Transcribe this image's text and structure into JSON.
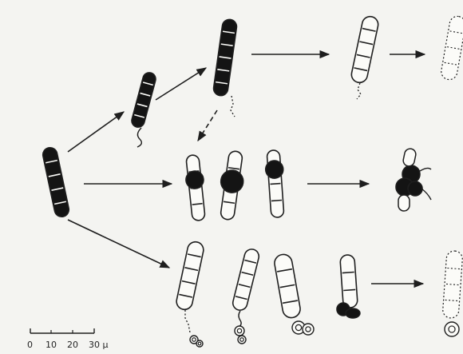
{
  "figure": {
    "background": "#f4f4f1",
    "ink": "#141414",
    "stroke_ink": "#1e1e1e",
    "paper_fill": "#fbfbf8",
    "scale_bar": {
      "ticks": [
        "0",
        "10",
        "20",
        "30 μ"
      ]
    }
  }
}
